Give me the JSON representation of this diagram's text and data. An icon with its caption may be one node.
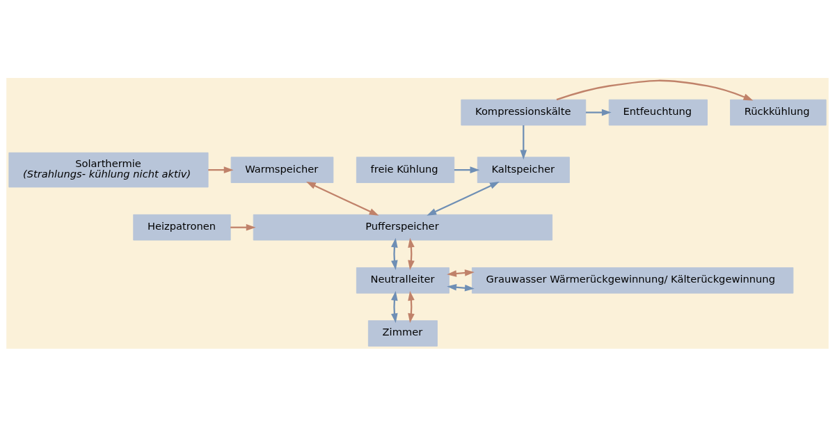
{
  "diagram": {
    "nodes": [
      {
        "text": [
          "Kompressionskälte"
        ]
      },
      {
        "text": [
          "Rückkühlung"
        ]
      },
      {
        "text": [
          "Entfeuchtung"
        ]
      },
      {
        "text": [
          "freie Kühlung"
        ]
      },
      {
        "text": [
          "Kaltspeicher"
        ]
      },
      {
        "text": [
          "Warmspeicher"
        ]
      },
      {
        "text": [
          "Solarthermie",
          "(Strahlungs- kühlung nicht aktiv)"
        ]
      },
      {
        "text": [
          "Pufferspeicher"
        ]
      },
      {
        "text": [
          "Heizpatronen"
        ]
      },
      {
        "text": [
          "Neutralleiter"
        ]
      },
      {
        "text": [
          "Grauwasser Wärmerückgewinnung/ Kälterückgewinnung"
        ]
      },
      {
        "text": [
          "Zimmer"
        ]
      }
    ],
    "edges": [
      {
        "from": 0,
        "to": 1,
        "arrow": "to",
        "color": "#c0826a"
      },
      {
        "from": 0,
        "to": 2,
        "arrow": "to",
        "color": "#6f8fb5"
      },
      {
        "from": 0,
        "to": 4,
        "arrow": "to",
        "color": "#6f8fb5"
      },
      {
        "from": 3,
        "to": 4,
        "arrow": "to",
        "color": "#6f8fb5"
      },
      {
        "from": 6,
        "to": 5,
        "arrow": "to",
        "color": "#c0826a"
      },
      {
        "from": 4,
        "to": 7,
        "arrow": "both",
        "color": "#6f8fb5"
      },
      {
        "from": 5,
        "to": 7,
        "arrow": "both",
        "color": "#c0826a"
      },
      {
        "from": 8,
        "to": 7,
        "arrow": "to",
        "color": "#c0826a"
      },
      {
        "from": 7,
        "to": 9,
        "arrow": "both",
        "color": "#6f8fb5"
      },
      {
        "from": 7,
        "to": 9,
        "arrow": "both",
        "color": "#c0826a"
      },
      {
        "from": 9,
        "to": 10,
        "arrow": "both",
        "color": "#6f8fb5"
      },
      {
        "from": 9,
        "to": 10,
        "arrow": "both",
        "color": "#c0826a"
      },
      {
        "from": 9,
        "to": 11,
        "arrow": "both",
        "color": "#6f8fb5"
      },
      {
        "from": 9,
        "to": 11,
        "arrow": "both",
        "color": "#c0826a"
      }
    ]
  }
}
